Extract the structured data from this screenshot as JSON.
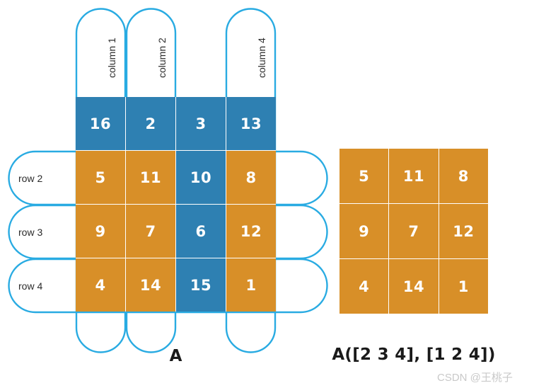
{
  "figure": {
    "line_color": "#29abe2",
    "blue": "#2e80b2",
    "orange": "#d88f28",
    "text_on_cell": "#ffffff"
  },
  "matrix_a": {
    "caption": "A",
    "rows": 4,
    "cols": 4,
    "column_labels": [
      {
        "index": 1,
        "label": "column 1",
        "bracketed": true
      },
      {
        "index": 2,
        "label": "column 2",
        "bracketed": true
      },
      {
        "index": 3,
        "label": "",
        "bracketed": false
      },
      {
        "index": 4,
        "label": "column 4",
        "bracketed": true
      }
    ],
    "row_labels": [
      {
        "index": 1,
        "label": "",
        "bracketed": false
      },
      {
        "index": 2,
        "label": "row 2",
        "bracketed": true
      },
      {
        "index": 3,
        "label": "row 3",
        "bracketed": true
      },
      {
        "index": 4,
        "label": "row 4",
        "bracketed": true
      }
    ],
    "cells": [
      [
        {
          "value": "16",
          "state": "blue"
        },
        {
          "value": "2",
          "state": "blue"
        },
        {
          "value": "3",
          "state": "blue"
        },
        {
          "value": "13",
          "state": "blue"
        }
      ],
      [
        {
          "value": "5",
          "state": "orange"
        },
        {
          "value": "11",
          "state": "orange"
        },
        {
          "value": "10",
          "state": "blue"
        },
        {
          "value": "8",
          "state": "orange"
        }
      ],
      [
        {
          "value": "9",
          "state": "orange"
        },
        {
          "value": "7",
          "state": "orange"
        },
        {
          "value": "6",
          "state": "blue"
        },
        {
          "value": "12",
          "state": "orange"
        }
      ],
      [
        {
          "value": "4",
          "state": "orange"
        },
        {
          "value": "14",
          "state": "orange"
        },
        {
          "value": "15",
          "state": "blue"
        },
        {
          "value": "1",
          "state": "orange"
        }
      ]
    ]
  },
  "matrix_b": {
    "caption": "A([2 3 4], [1 2 4])",
    "rows": 3,
    "cols": 3,
    "cells": [
      [
        {
          "value": "5"
        },
        {
          "value": "11"
        },
        {
          "value": "8"
        }
      ],
      [
        {
          "value": "9"
        },
        {
          "value": "7"
        },
        {
          "value": "12"
        }
      ],
      [
        {
          "value": "4"
        },
        {
          "value": "14"
        },
        {
          "value": "1"
        }
      ]
    ]
  },
  "watermark": {
    "text": "CSDN @王桃子"
  }
}
